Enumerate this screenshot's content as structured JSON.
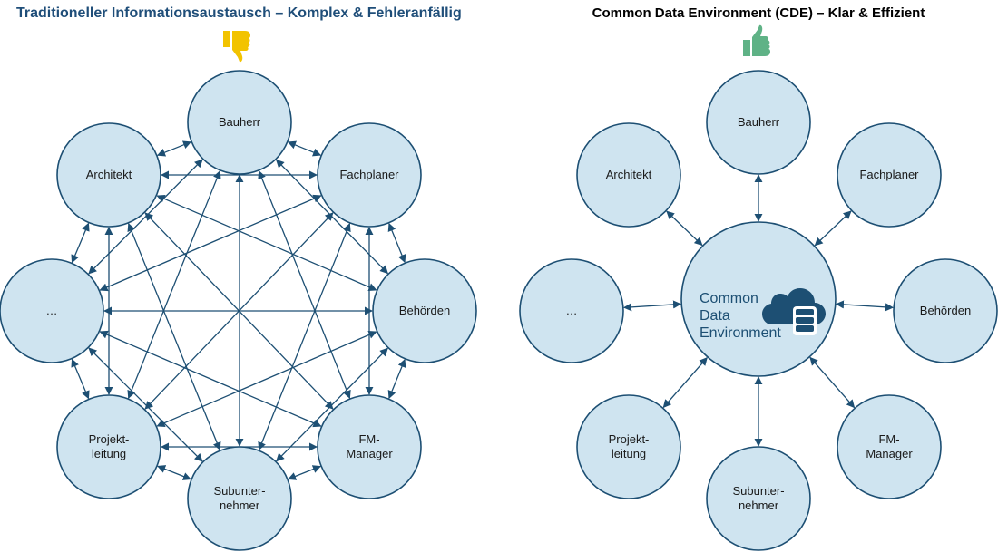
{
  "left_panel": {
    "title": "Traditioneller Informationsaustausch – Komplex & Fehleranfällig",
    "icon": "thumbs-down-icon",
    "icon_color": "#f2c300"
  },
  "right_panel": {
    "title": "Common Data Environment (CDE) – Klar & Effizient",
    "icon": "thumbs-up-icon",
    "icon_color": "#5fb286",
    "center": {
      "lines": [
        "Common",
        "Data",
        "Environment"
      ],
      "icon": "cloud-database-icon"
    }
  },
  "nodes": [
    {
      "id": "bauherr",
      "lines": [
        "Bauherr"
      ]
    },
    {
      "id": "fachplaner",
      "lines": [
        "Fachplaner"
      ]
    },
    {
      "id": "behoerden",
      "lines": [
        "Behörden"
      ]
    },
    {
      "id": "fm-manager",
      "lines": [
        "FM-",
        "Manager"
      ]
    },
    {
      "id": "subunternehmer",
      "lines": [
        "Subunter-",
        "nehmer"
      ]
    },
    {
      "id": "projektleitung",
      "lines": [
        "Projekt-",
        "leitung"
      ]
    },
    {
      "id": "etc",
      "lines": [
        "…"
      ]
    },
    {
      "id": "architekt",
      "lines": [
        "Architekt"
      ]
    }
  ],
  "colors": {
    "node_fill": "#cfe4f0",
    "node_stroke": "#1d4f73",
    "edge": "#1d4f73",
    "cde_icon": "#1d4f73"
  }
}
